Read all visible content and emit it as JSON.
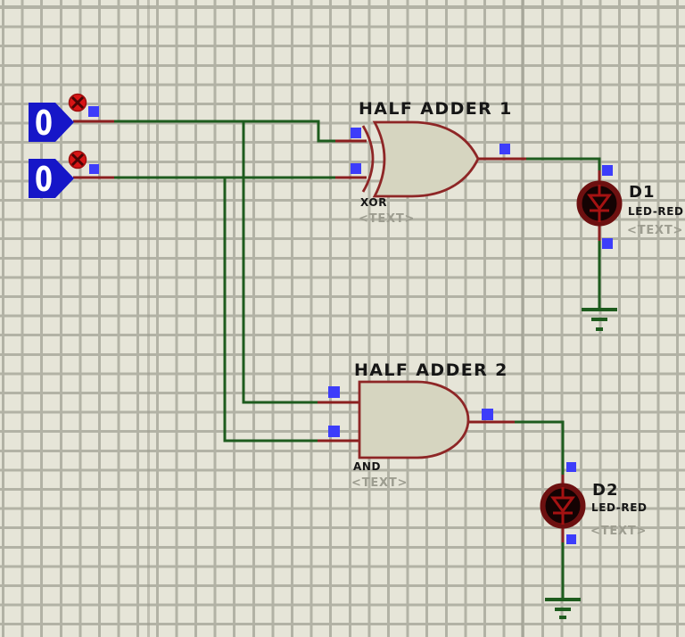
{
  "inputs": [
    {
      "name": "logic-input-1",
      "state": "0"
    },
    {
      "name": "logic-input-2",
      "state": "0"
    }
  ],
  "gates": [
    {
      "title": "HALF ADDER 1",
      "type": "XOR",
      "text": "<TEXT>"
    },
    {
      "title": "HALF ADDER 2",
      "type": "AND",
      "text": "<TEXT>"
    }
  ],
  "leds": [
    {
      "ref": "D1",
      "value": "LED-RED",
      "text": "<TEXT>"
    },
    {
      "ref": "D2",
      "value": "LED-RED",
      "text": "<TEXT>"
    }
  ],
  "icons": {
    "toggle": "toggle-actuator-icon",
    "ground": "ground-icon",
    "handle": "selection-handle"
  },
  "colors": {
    "canvas_bg": "#e6e5d8",
    "grid_line": "#b2b2a5",
    "wire_green": "#1e5c1e",
    "pin_red": "#8b1f1f",
    "gate_outline": "#8e2626",
    "gate_fill": "#d6d5c0",
    "input_blue": "#1616c8",
    "toggle_red": "#d81515",
    "handle_blue": "#3d3dfa",
    "led_ring": "#6d1010",
    "led_body": "#140303",
    "led_symbol": "#a51212",
    "label_black": "#161616",
    "text_gray": "#9d9d90"
  }
}
